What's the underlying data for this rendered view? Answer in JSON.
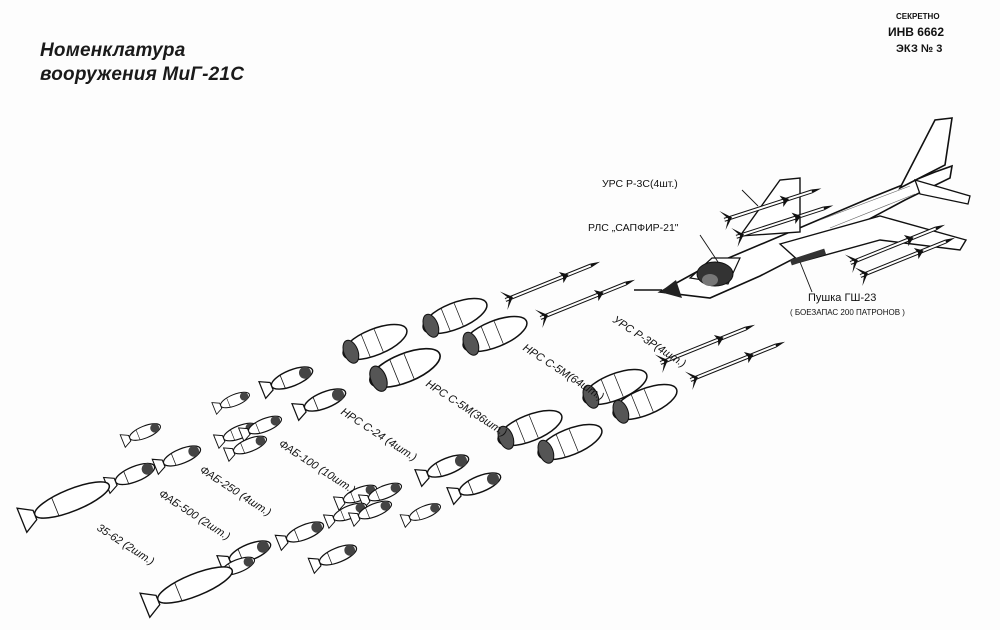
{
  "title": {
    "line1": "Номенклатура",
    "line2": "вооружения МиГ-21С"
  },
  "stamp": {
    "line1": "СЕКРЕТНО",
    "line2": "ИНВ 6662",
    "line3": "ЭКЗ № 3"
  },
  "labels": {
    "urs_r3s": "УРС Р-3С(4шт.)",
    "rls": "РЛС „САПФИР-21\"",
    "gun": "Пушка ГШ-23",
    "gun_ammo": "( БОЕЗАПАС 200 ПАТРОНОВ )",
    "urs_r3r": "УРС Р-3Р(4шт.)",
    "nrs_s5m_64": "НРС С-5М(64шт.)",
    "nrs_s5m_36": "НРС С-5М(36шт.)",
    "nrs_s24": "НРС С-24 (4шт.)",
    "fab100": "ФАБ-100 (10шт.)",
    "fab250": "ФАБ-250 (4шт.)",
    "fab500": "ФАБ-500 (2шт.)",
    "z562": "35-62 (2шт.)"
  },
  "colors": {
    "ink": "#111111",
    "paper": "#fdfdfd",
    "shade": "#6a6a6a"
  }
}
